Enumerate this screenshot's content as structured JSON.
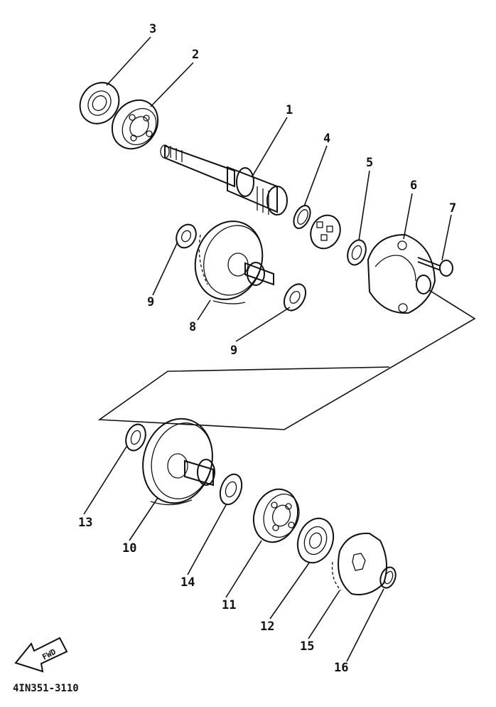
{
  "diagram": {
    "part_labels": {
      "p1": "1",
      "p2": "2",
      "p3": "3",
      "p4": "4",
      "p5": "5",
      "p6": "6",
      "p7": "7",
      "p8": "8",
      "p9a": "9",
      "p9b": "9",
      "p10": "10",
      "p11": "11",
      "p12": "12",
      "p13": "13",
      "p14": "14",
      "p15": "15",
      "p16": "16"
    },
    "direction_badge": "FWD",
    "drawing_code": "4IN351-3110"
  }
}
